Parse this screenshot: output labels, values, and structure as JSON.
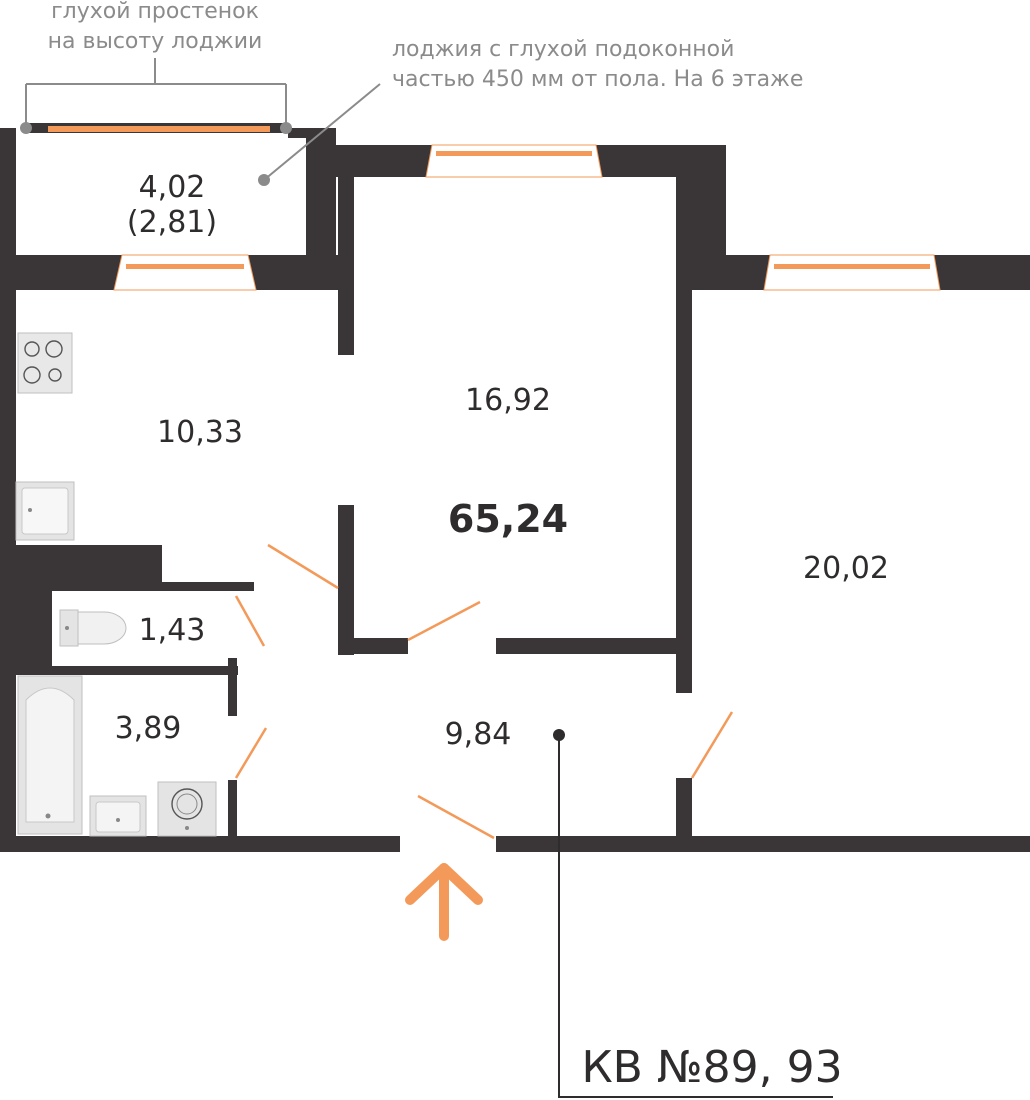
{
  "notes": {
    "wall_line1": "глухой простенок",
    "wall_line2": "на высоту лоджии",
    "loggia_line1": "лоджия с глухой подоконной",
    "loggia_line2": "частью 450 мм от пола. На 6 этаже"
  },
  "rooms": {
    "loggia_area": "4,02",
    "loggia_area_reduced": "(2,81)",
    "kitchen": "10,33",
    "living_room": "16,92",
    "bedroom": "20,02",
    "toilet": "1,43",
    "bathroom": "3,89",
    "hallway": "9,84"
  },
  "total_area": "65,24",
  "apartment_number": "КВ №89, 93",
  "colors": {
    "wall": "#3a3637",
    "accent": "#f39a5a",
    "note": "#8b8b8b",
    "fixture": "#e2e2e2"
  },
  "icons": {
    "entrance": "entrance-arrow-icon",
    "stove": "stove-icon",
    "sink": "kitchen-sink-icon",
    "toilet": "toilet-icon",
    "bathtub": "bathtub-icon",
    "washbasin": "washbasin-icon",
    "washer": "washing-machine-icon"
  }
}
